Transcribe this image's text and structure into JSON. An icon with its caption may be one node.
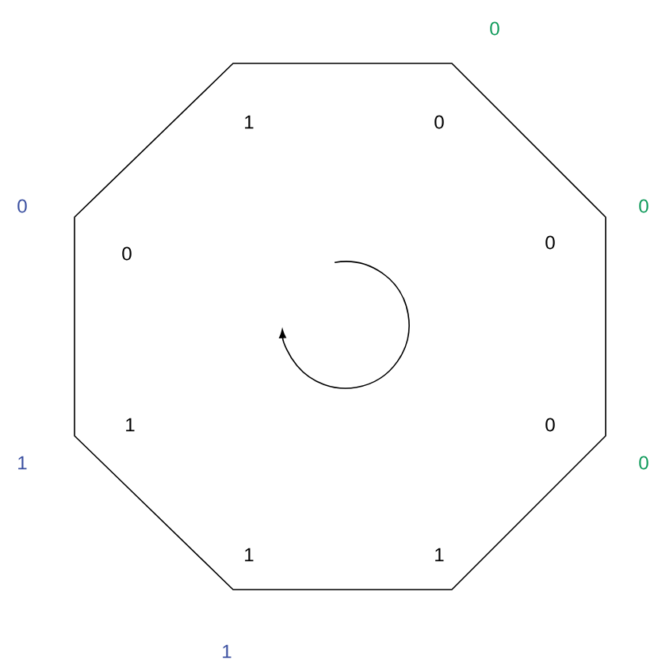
{
  "diagram": {
    "labels": [
      "0",
      "1",
      "0",
      "0",
      "0",
      "0",
      "0",
      "1",
      "0",
      "1",
      "0",
      "1",
      "1",
      "1"
    ]
  }
}
